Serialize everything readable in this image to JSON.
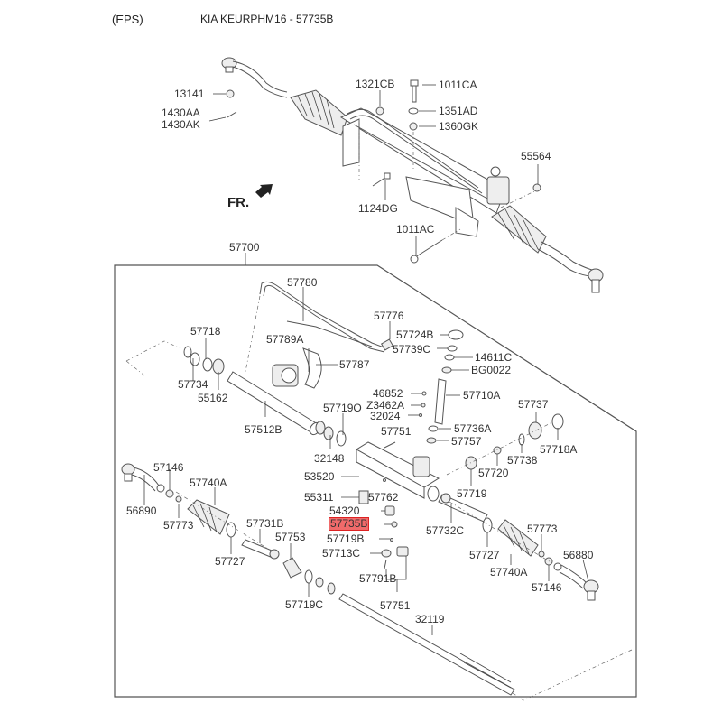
{
  "header": {
    "section": "(EPS)",
    "title": "KIA KEURPHM16 - 57735B"
  },
  "diagram": {
    "orientation_label": "FR.",
    "highlighted_part": "57735B",
    "labels": {
      "p13141": "13141",
      "p1430AA": "1430AA",
      "p1430AK": "1430AK",
      "p1321CB": "1321CB",
      "p1011CA": "1011CA",
      "p1351AD": "1351AD",
      "p1360GK": "1360GK",
      "p55564": "55564",
      "p1124DG": "1124DG",
      "p1011AC": "1011AC",
      "p57700": "57700",
      "p57780": "57780",
      "p57776": "57776",
      "p57718": "57718",
      "p57789A": "57789A",
      "p57787": "57787",
      "p57724B": "57724B",
      "p57739C": "57739C",
      "p14611C": "14611C",
      "pBG0022": "BG0022",
      "p57734": "57734",
      "p55162": "55162",
      "p46852": "46852",
      "p57710A": "57710A",
      "pZ3462A": "Z3462A",
      "p57719O": "57719O",
      "p32024": "32024",
      "p57737": "57737",
      "p57512B": "57512B",
      "p57736A": "57736A",
      "p57751a": "57751",
      "p57757": "57757",
      "p57718A": "57718A",
      "p32148": "32148",
      "p57738": "57738",
      "p57146L": "57146",
      "p53520": "53520",
      "p57720": "57720",
      "p57740AL": "57740A",
      "p57719": "57719",
      "p55311": "55311",
      "p57762": "57762",
      "p56890": "56890",
      "p54320": "54320",
      "p57773L": "57773",
      "p57731B": "57731B",
      "p57735B": "57735B",
      "p57732C": "57732C",
      "p57773R": "57773",
      "p57753": "57753",
      "p57719B": "57719B",
      "p57727L": "57727",
      "p57713C": "57713C",
      "p57727R": "57727",
      "p56880": "56880",
      "p57791B": "57791B",
      "p57740AR": "57740A",
      "p57146R": "57146",
      "p57719C": "57719C",
      "p57751b": "57751",
      "p32119": "32119"
    }
  }
}
